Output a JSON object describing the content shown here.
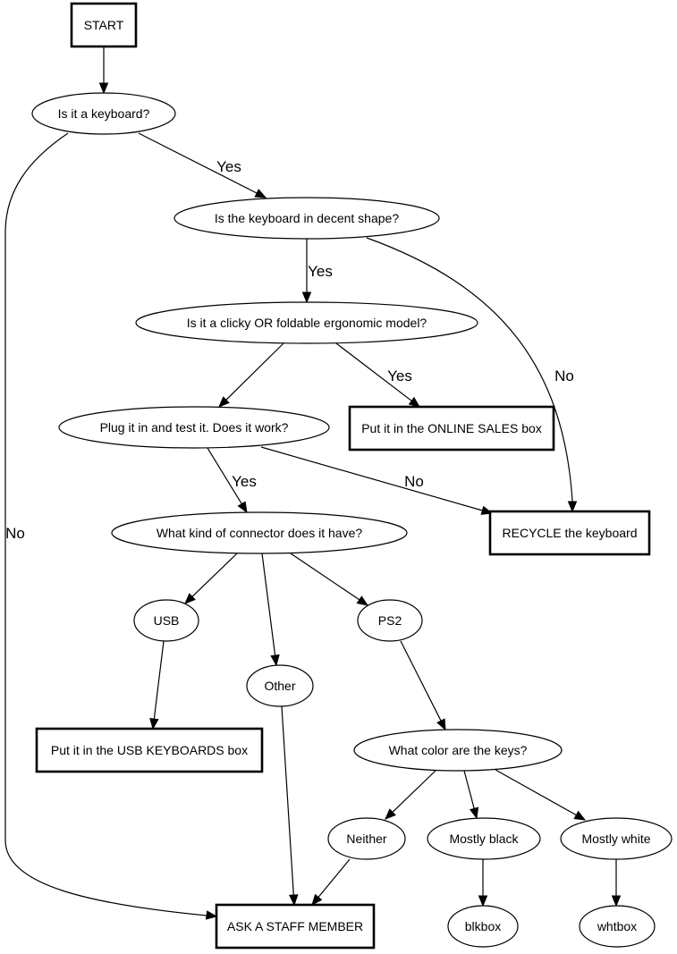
{
  "diagram": {
    "title": "Keyboard sorting flowchart",
    "nodes": [
      {
        "id": "start",
        "label": "START",
        "shape": "box"
      },
      {
        "id": "is_keyboard",
        "label": "Is it a keyboard?",
        "shape": "ellipse"
      },
      {
        "id": "decent_shape",
        "label": "Is the keyboard in decent shape?",
        "shape": "ellipse"
      },
      {
        "id": "clicky",
        "label": "Is it a clicky OR foldable ergonomic model?",
        "shape": "ellipse"
      },
      {
        "id": "plug_test",
        "label": "Plug it in and test it. Does it work?",
        "shape": "ellipse"
      },
      {
        "id": "online_sales",
        "label": "Put it in the ONLINE SALES box",
        "shape": "box"
      },
      {
        "id": "connector",
        "label": "What kind of connector does it have?",
        "shape": "ellipse"
      },
      {
        "id": "recycle",
        "label": "RECYCLE the keyboard",
        "shape": "box"
      },
      {
        "id": "usb",
        "label": "USB",
        "shape": "ellipse"
      },
      {
        "id": "ps2",
        "label": "PS2",
        "shape": "ellipse"
      },
      {
        "id": "other",
        "label": "Other",
        "shape": "ellipse"
      },
      {
        "id": "usb_box",
        "label": "Put it in the USB KEYBOARDS box",
        "shape": "box"
      },
      {
        "id": "key_color",
        "label": "What color are the keys?",
        "shape": "ellipse"
      },
      {
        "id": "neither",
        "label": "Neither",
        "shape": "ellipse"
      },
      {
        "id": "mostly_black",
        "label": "Mostly black",
        "shape": "ellipse"
      },
      {
        "id": "mostly_white",
        "label": "Mostly white",
        "shape": "ellipse"
      },
      {
        "id": "ask_staff",
        "label": "ASK A STAFF MEMBER",
        "shape": "box"
      },
      {
        "id": "blkbox",
        "label": "blkbox",
        "shape": "ellipse"
      },
      {
        "id": "whtbox",
        "label": "whtbox",
        "shape": "ellipse"
      }
    ],
    "edges": [
      {
        "from": "start",
        "to": "is_keyboard",
        "label": ""
      },
      {
        "from": "is_keyboard",
        "to": "decent_shape",
        "label": "Yes"
      },
      {
        "from": "is_keyboard",
        "to": "ask_staff",
        "label": "No"
      },
      {
        "from": "decent_shape",
        "to": "clicky",
        "label": "Yes"
      },
      {
        "from": "decent_shape",
        "to": "recycle",
        "label": "No"
      },
      {
        "from": "clicky",
        "to": "plug_test",
        "label": ""
      },
      {
        "from": "clicky",
        "to": "online_sales",
        "label": "Yes"
      },
      {
        "from": "plug_test",
        "to": "connector",
        "label": "Yes"
      },
      {
        "from": "plug_test",
        "to": "recycle",
        "label": "No"
      },
      {
        "from": "connector",
        "to": "usb",
        "label": ""
      },
      {
        "from": "connector",
        "to": "other",
        "label": ""
      },
      {
        "from": "connector",
        "to": "ps2",
        "label": ""
      },
      {
        "from": "usb",
        "to": "usb_box",
        "label": ""
      },
      {
        "from": "other",
        "to": "ask_staff",
        "label": ""
      },
      {
        "from": "ps2",
        "to": "key_color",
        "label": ""
      },
      {
        "from": "key_color",
        "to": "neither",
        "label": ""
      },
      {
        "from": "key_color",
        "to": "mostly_black",
        "label": ""
      },
      {
        "from": "key_color",
        "to": "mostly_white",
        "label": ""
      },
      {
        "from": "neither",
        "to": "ask_staff",
        "label": ""
      },
      {
        "from": "mostly_black",
        "to": "blkbox",
        "label": ""
      },
      {
        "from": "mostly_white",
        "to": "whtbox",
        "label": ""
      }
    ]
  }
}
